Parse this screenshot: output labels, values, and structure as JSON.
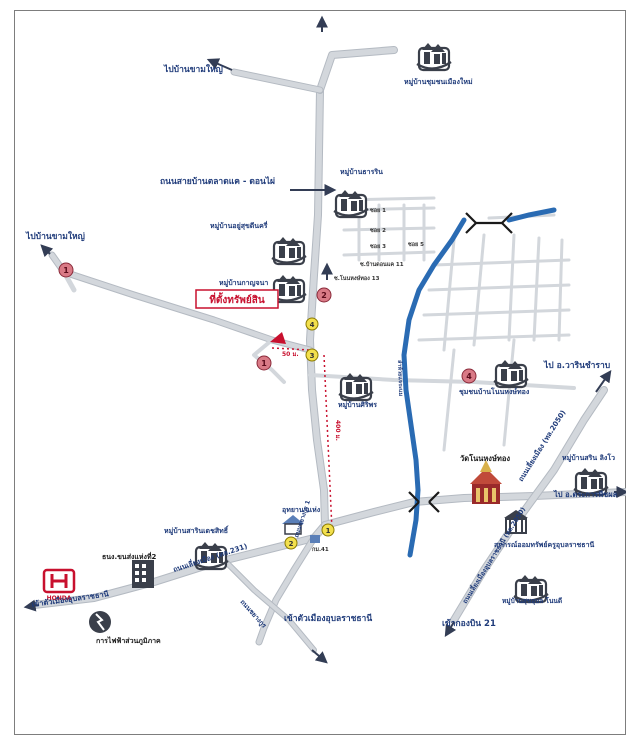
{
  "labels": {
    "to_ban_kham_yai_top": "ไปบ้านขามใหญ่",
    "to_ban_kham_yai_left": "ไปบ้านขามใหญ่",
    "village_jumpol_mai": "หมู่บ้านชุมชนเมืองใหม่",
    "road_tlmk": "ถนนสายบ้านตลาดแค - ดอนไผ่",
    "village_thara_rin": "หมู่บ้านธารริน",
    "village_yu_suk_dee": "หมู่บ้านอยู่สุขดีนครี่",
    "village_kanchana": "หมู่บ้านกาญจนา",
    "property_site": "ที่ตั้งทรัพย์สิน",
    "soi_1": "ซอย 1",
    "soi_2": "ซอย 2",
    "soi_3": "ซอย 3",
    "soi_5": "ซอย 5",
    "soi_7": "ซ.บ้านดอนแค 11",
    "moo_ban_don_kae": "ซ.โนนหงษ์ทอง 13",
    "dist_50": "50 ม.",
    "dist_400": "400 ม.",
    "village_siri_porn": "หมู่บ้านศิริพร",
    "river": "ลำห้วยแจระแม",
    "community_non_hong": "ชุมชนบ้านโนนหงษ์ทอง",
    "to_warin": "ไป อ.วารินชำราบ",
    "village_sirin_nirat": "หมู่บ้านสริน ลิงโว",
    "wat_non_hong": "วัดโนนหงษ์ทอง",
    "road_2050": "ถนนเลี่ยงเมือง (ทล.2050)",
    "to_ubon_market": "ไป อ.ตระการพืชผล",
    "road_bypass_right": "ถนนเลี่ยงเมืองอุบลราชธานี (ทล.2050)",
    "coop_ubon": "สหกรณ์ออมทรัพย์ครูอุบลราชธานี",
    "village_suk_ubon": "หมู่บ้านสุขอุบล โนนดี",
    "to_kong_bin": "เข้ากองบิน 21",
    "village_sarin_sathit": "หมู่บ้านสารินเดชสิทธิ์",
    "bank_branch": "ธนง.ขนส่งแห่งที่2",
    "road_231": "ถนนเลี่ยงเมือง (ทล.231)",
    "to_ubon_city_left": "เข้าตัวเมืองอุบลราชธานี",
    "electricity": "การไฟฟ้าส่วนภูมิภาค",
    "road_chayangkun": "ถนนชยางกูร",
    "to_ubon_city_bottom": "เข้าตัวเมืองอุบลราชธานี",
    "ubon_rat_market": "อุทยานฯแห่ง",
    "road_chayangkun_rt": "ถนนชยางกูร 1",
    "km_41": "กม.41",
    "honda_brand": "HONDA"
  },
  "markers": {
    "m1_left": "1",
    "m1_site": "1",
    "m2": "2",
    "m4": "4",
    "m3": "3",
    "m4_right": "4",
    "m1_bottom": "1",
    "m2_bottom": "2"
  },
  "colors": {
    "road": "#d3d7dc",
    "road_edge": "#b4bac2",
    "river": "#2a6bb3",
    "label_text": "#1f3b7a",
    "marker_red": "#d97a86",
    "marker_yellow": "#f3e04d",
    "property_red": "#c8102e",
    "arrow": "#333d55"
  },
  "icons": [
    "house-group-icon",
    "temple-icon",
    "bank-icon",
    "honda-logo-icon",
    "electricity-logo-icon",
    "coop-building-icon",
    "property-pin-icon",
    "bridge-icon",
    "intersection-marker-icon"
  ]
}
